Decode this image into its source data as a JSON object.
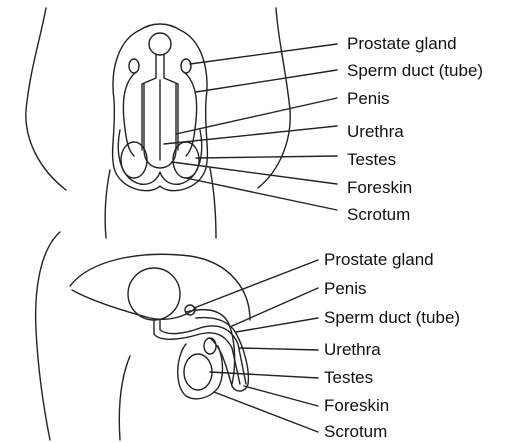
{
  "front_view": {
    "labels": [
      "Prostate gland",
      "Sperm duct (tube)",
      "Penis",
      "Urethra",
      "Testes",
      "Foreskin",
      "Scrotum"
    ]
  },
  "side_view": {
    "labels": [
      "Prostate gland",
      "Penis",
      "Sperm duct (tube)",
      "Urethra",
      "Testes",
      "Foreskin",
      "Scrotum"
    ]
  },
  "colors": {
    "line": "#222222",
    "text": "#111111"
  }
}
